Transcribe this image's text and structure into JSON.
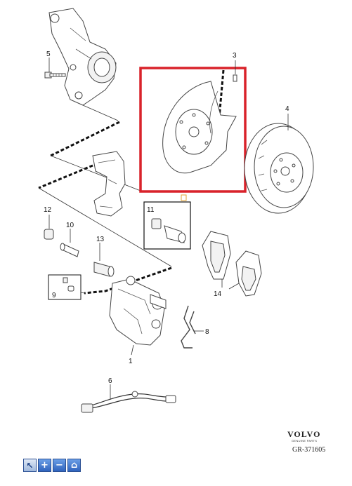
{
  "labels": {
    "p1": "1",
    "p3": "3",
    "p4": "4",
    "p5": "5",
    "p6": "6",
    "p8": "8",
    "p9": "9",
    "p10": "10",
    "p11": "11",
    "p12": "12",
    "p13": "13",
    "p14": "14"
  },
  "highlight_color": "#d9222a",
  "brand": {
    "name": "VOLVO",
    "tagline": "GENUINE PARTS",
    "reference": "GR-371605"
  },
  "toolbar": [
    {
      "name": "select-tool-button",
      "glyph": "↖",
      "icon": "cursor-arrow-icon"
    },
    {
      "name": "zoom-in-button",
      "glyph": "+",
      "icon": "plus-icon"
    },
    {
      "name": "zoom-out-button",
      "glyph": "−",
      "icon": "minus-icon"
    },
    {
      "name": "home-button",
      "glyph": "⌂",
      "icon": "home-icon"
    }
  ]
}
